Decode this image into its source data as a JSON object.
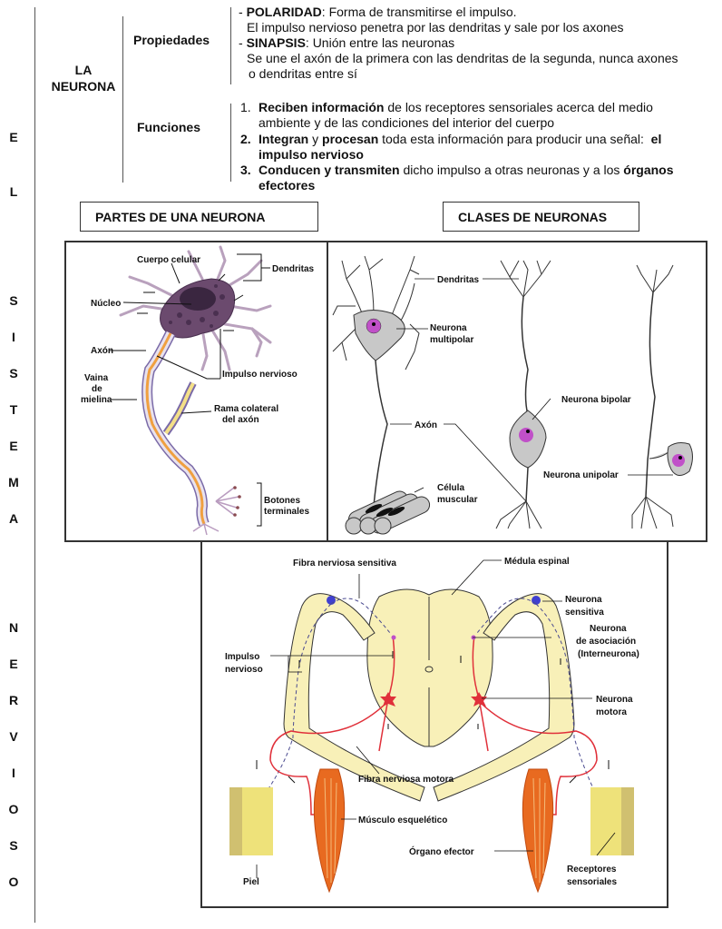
{
  "side_title": {
    "letters": [
      "E",
      "L",
      "S",
      "I",
      "S",
      "T",
      "E",
      "M",
      "A",
      "N",
      "E",
      "R",
      "V",
      "I",
      "O",
      "S",
      "O"
    ],
    "text": "EL SISTEMA NERVIOSO"
  },
  "neurona": {
    "title_line1": "LA",
    "title_line2": "NEURONA",
    "propiedades": {
      "label": "Propiedades",
      "polaridad_term": "POLARIDAD",
      "polaridad_def": ": Forma de transmitirse el impulso.",
      "polaridad_line2": "El impulso nervioso penetra por las dendritas y sale por los axones",
      "sinapsis_term": "SINAPSIS",
      "sinapsis_def": ": Unión entre las neuronas",
      "sinapsis_line2": "Se une el axón de la primera con las dendritas de la segunda, nunca axones",
      "sinapsis_line3": "o dendritas entre sí"
    },
    "funciones": {
      "label": "Funciones",
      "items": [
        {
          "num": "1.",
          "bold": "Reciben información",
          "rest": " de los receptores sensoriales acerca del medio",
          "line2": "ambiente y de las condiciones del interior del cuerpo"
        },
        {
          "num": "2.",
          "bold1": "Integran",
          "mid1": " y ",
          "bold2": "procesan",
          "mid2": " toda esta información para producir una señal:  ",
          "bold3": "el",
          "line2": "impulso nervioso"
        },
        {
          "num": "3.",
          "bold1": "Conducen y transmiten",
          "mid1": " dicho impulso a otras neuronas y a los ",
          "bold2": "órganos",
          "line2": "efectores"
        }
      ]
    }
  },
  "section_titles": {
    "partes": "PARTES DE UNA NEURONA",
    "clases": "CLASES DE NEURONAS"
  },
  "partes_labels": {
    "cuerpo_celular": "Cuerpo celular",
    "dendritas": "Dendritas",
    "nucleo": "Núcleo",
    "axon": "Axón",
    "impulso": "Impulso nervioso",
    "vaina1": "Vaina",
    "vaina2": "de",
    "vaina3": "mielina",
    "rama1": "Rama colateral",
    "rama2": "del axón",
    "botones1": "Botones",
    "botones2": "terminales"
  },
  "clases_labels": {
    "dendritas": "Dendritas",
    "multipolar1": "Neurona",
    "multipolar2": "multipolar",
    "axon": "Axón",
    "bipolar": "Neurona bipolar",
    "unipolar": "Neurona unipolar",
    "celula1": "Célula",
    "celula2": "muscular"
  },
  "reflejo_labels": {
    "fibra_sensitiva": "Fibra nerviosa sensitiva",
    "medula": "Médula espinal",
    "neurona_sensitiva1": "Neurona",
    "neurona_sensitiva2": "sensitiva",
    "asociacion1": "Neurona",
    "asociacion2": "de asociación",
    "asociacion3": "(Interneurona)",
    "impulso1": "Impulso",
    "impulso2": "nervioso",
    "motora1": "Neurona",
    "motora2": "motora",
    "fibra_motora": "Fibra nerviosa motora",
    "musculo": "Músculo esquelético",
    "organo": "Órgano efector",
    "piel": "Piel",
    "receptores1": "Receptores",
    "receptores2": "sensoriales"
  },
  "colors": {
    "neuron_body": "#6b4a6e",
    "myelin": "#f0a040",
    "cell_gray": "#c8c8c8",
    "nucleus_purple": "#c050c8",
    "cord_yellow": "#f8f0b8",
    "nerve_red": "#e0303a",
    "sensory_blue": "#4040d0",
    "muscle_orange": "#e86a20",
    "skin_yellow": "#eee27a"
  }
}
